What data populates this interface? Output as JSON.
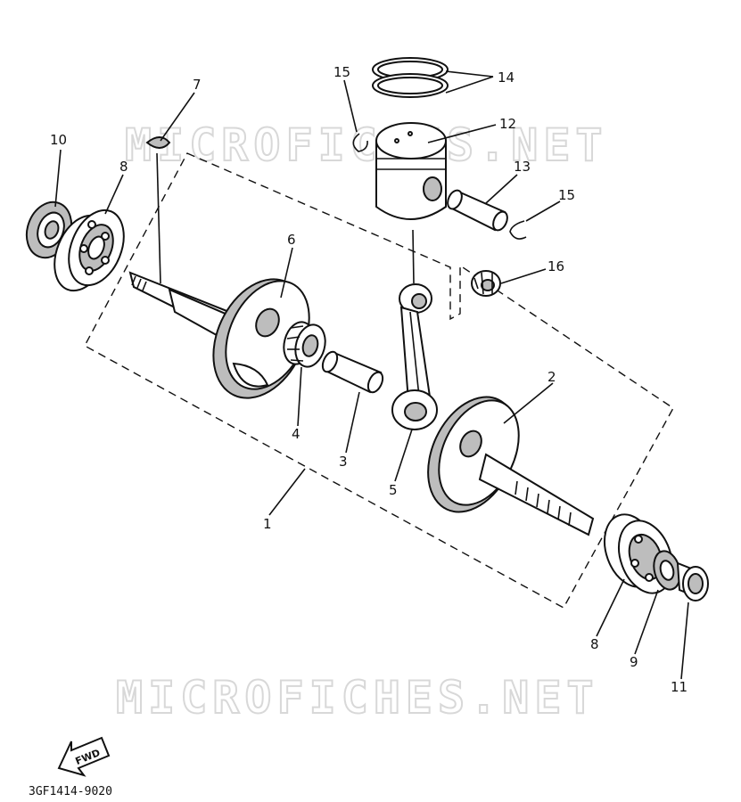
{
  "watermarks": [
    "MICROFICHES.NET",
    "MICROFICHES.NET"
  ],
  "callouts": [
    "1",
    "2",
    "3",
    "4",
    "5",
    "6",
    "7",
    "8",
    "8",
    "9",
    "10",
    "11",
    "12",
    "13",
    "14",
    "15",
    "15",
    "16"
  ],
  "fwd_label": "FWD",
  "diagram_code": "3GF1414-9020"
}
